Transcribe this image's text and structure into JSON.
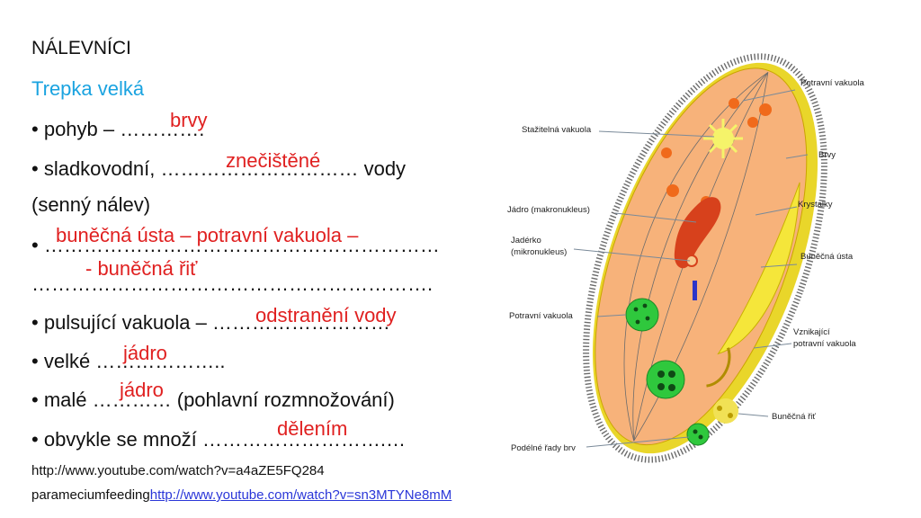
{
  "title": "NÁLEVNÍCI",
  "subtitle": "Trepka velká",
  "bullet": "•",
  "lines": {
    "l1": "pohyb – ………….",
    "l2": "sladkovodní, ………………………… vody",
    "l3": "(senný nálev)",
    "l4": "……………………………………………………",
    "l5": "…………………………………………………….",
    "l6": "pulsující vakuola – ………………………",
    "l7": "velké ………………..",
    "l8": "malé ………… (pohlavní rozmnožování)",
    "l9": "obvykle se množí ……………………….…"
  },
  "answers": {
    "a1": "brvy",
    "a2": "znečištěné",
    "a3": "buněčná ústa – potravní vakuola –",
    "a4": "- buněčná řiť",
    "a5": "odstranění vody",
    "a6": "jádro",
    "a7": "jádro",
    "a8": "dělením"
  },
  "links": {
    "url1": "http://www.youtube.com/watch?v=a4aZE5FQ284",
    "prefix2": "parameciumfeeding",
    "url2": "http://www.youtube.com/watch?v=sn3MTYNe8mM"
  },
  "diagram_labels": {
    "potravni_vakuola_top": "Potravní vakuola",
    "staziteln_vakuola": "Stažitelná vakuola",
    "brvy": "Brvy",
    "krystalky": "Krystalky",
    "jadro": "Jádro (makronukleus)",
    "jaderko_1": "Jadérko",
    "jaderko_2": "(mikronukleus)",
    "bunecna_usta": "Buněčná ústa",
    "potravni_vakuola_left": "Potravní vakuola",
    "vznikajici_1": "Vznikající",
    "vznikajici_2": "potravní vakuola",
    "bunecna_rit": "Buněčná řiť",
    "podelne_rady": "Podélné řady brv"
  },
  "colors": {
    "subtitle": "#1aa3e0",
    "answer": "#e02020",
    "link": "#2a36d8",
    "cell_fill": "#f7b27a",
    "cell_outline": "#e8d21c"
  }
}
